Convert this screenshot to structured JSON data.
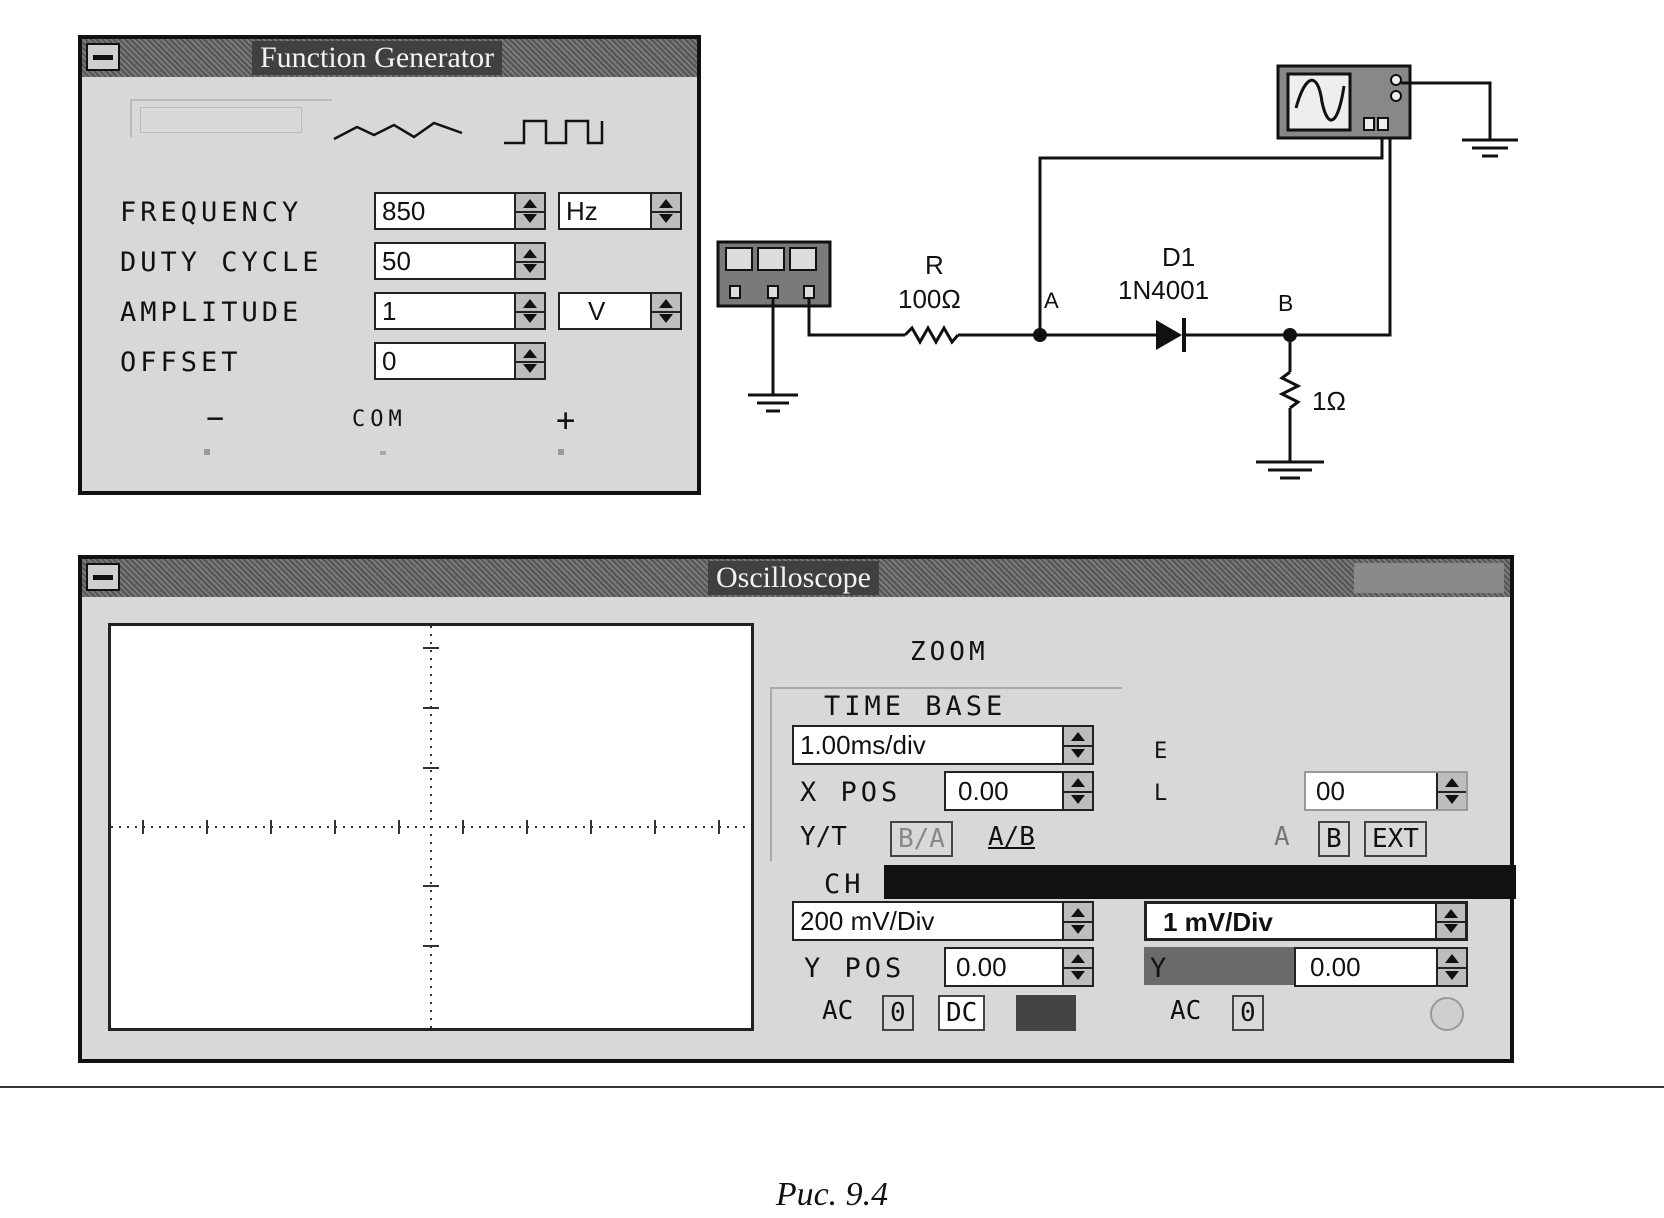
{
  "function_generator": {
    "title": "Function Generator",
    "rows": [
      {
        "label": "FREQUENCY",
        "value": "850",
        "unit": "Hz"
      },
      {
        "label": "DUTY CYCLE",
        "value": "50",
        "unit": ""
      },
      {
        "label": "AMPLITUDE",
        "value": "1",
        "unit": "V"
      },
      {
        "label": "OFFSET",
        "value": "0",
        "unit": ""
      }
    ],
    "terminals": {
      "minus": "−",
      "com": "COM",
      "plus": "+"
    }
  },
  "circuit": {
    "resistor_r": {
      "name": "R",
      "value": "100Ω"
    },
    "diode": {
      "name": "D1",
      "model": "1N4001"
    },
    "resistor_load": {
      "value": "1Ω"
    },
    "node_a": "A",
    "node_b": "B"
  },
  "oscilloscope": {
    "title": "Oscilloscope",
    "zoom_label": "ZOOM",
    "time_base_label": "TIME BASE",
    "time_base_value": "1.00ms/div",
    "x_pos_label": "X POS",
    "x_pos_value": "0.00",
    "trigger_partial_e": "E",
    "trigger_partial_l": "L",
    "trigger_level_value": "00",
    "mode_buttons": [
      "Y/T",
      "B/A",
      "A/B"
    ],
    "trigger_buttons": [
      "B",
      "EXT"
    ],
    "trigger_partial_a": "A",
    "channel_a_label": "CH",
    "channel_a_value": "200 mV/Div",
    "channel_b_value": "1 mV/Div",
    "y_pos_label": "Y POS",
    "y_pos_a_value": "0.00",
    "y_pos_b_label": "Y",
    "y_pos_b_value": "0.00",
    "coupling_a": [
      "AC",
      "0",
      "DC"
    ],
    "coupling_b": [
      "AC",
      "0"
    ]
  },
  "caption": "Рис. 9.4",
  "colors": {
    "window_bg": "#d8d8d8",
    "title_bg": "#6c6c6c",
    "screen_bg": "#ffffff"
  }
}
